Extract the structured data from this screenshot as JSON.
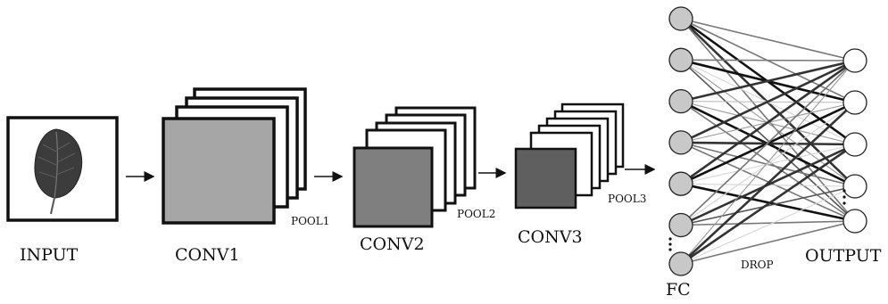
{
  "labels": {
    "input": "INPUT",
    "conv1": "CONV1",
    "pool1": "POOL1",
    "conv2": "CONV2",
    "pool2": "POOL2",
    "conv3": "CONV3",
    "pool3": "POOL3",
    "fc": "FC",
    "drop": "DROP",
    "output": "OUTPUT"
  },
  "stages": [
    {
      "name": "conv1",
      "fill": "#a6a6a6"
    },
    {
      "name": "conv2",
      "fill": "#7f7f7f"
    },
    {
      "name": "conv3",
      "fill": "#5f5f5f"
    }
  ],
  "input_image": {
    "icon": "leaf-icon"
  },
  "fc_layer": {
    "visible_nodes": 7,
    "node_fill": "#c8c8c8",
    "has_ellipsis": true
  },
  "output_layer": {
    "visible_nodes": 5,
    "node_fill": "#ffffff",
    "has_ellipsis": true
  }
}
